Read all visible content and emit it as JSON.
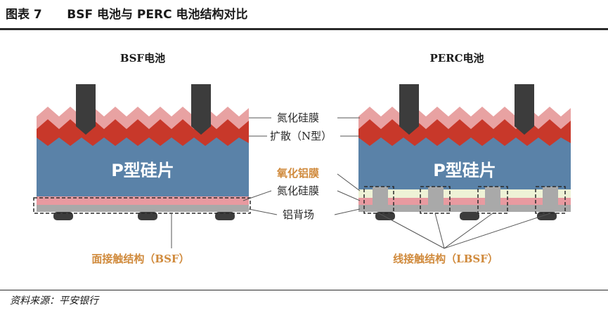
{
  "figure": {
    "title": "图表 7      BSF 电池与 PERC 电池结构对比",
    "source": "资料来源：平安银行"
  },
  "bsf": {
    "title": "BSF电池",
    "p_layer": "P型硅片",
    "contact_label": "面接触结构（BSF）"
  },
  "perc": {
    "title": "PERC电池",
    "p_layer": "P型硅片",
    "contact_label": "线接触结构（LBSF）"
  },
  "layer_labels": {
    "silicon_nitride_top": "氮化硅膜",
    "diffusion": "扩散（N型）",
    "aluminum_oxide": "氧化铝膜",
    "silicon_nitride_bottom": "氮化硅膜",
    "aluminum_back": "铝背场"
  },
  "colors": {
    "silicon_nitride_top": "#e8a2a2",
    "diffusion": "#c8382a",
    "p_silicon": "#5a82a8",
    "rear_pink": "#e89aa0",
    "aluminum_back": "#a9a9a9",
    "aluminum_oxide": "#eef2d6",
    "electrode": "#3c3c3c",
    "accent_label": "#d08a3c"
  }
}
